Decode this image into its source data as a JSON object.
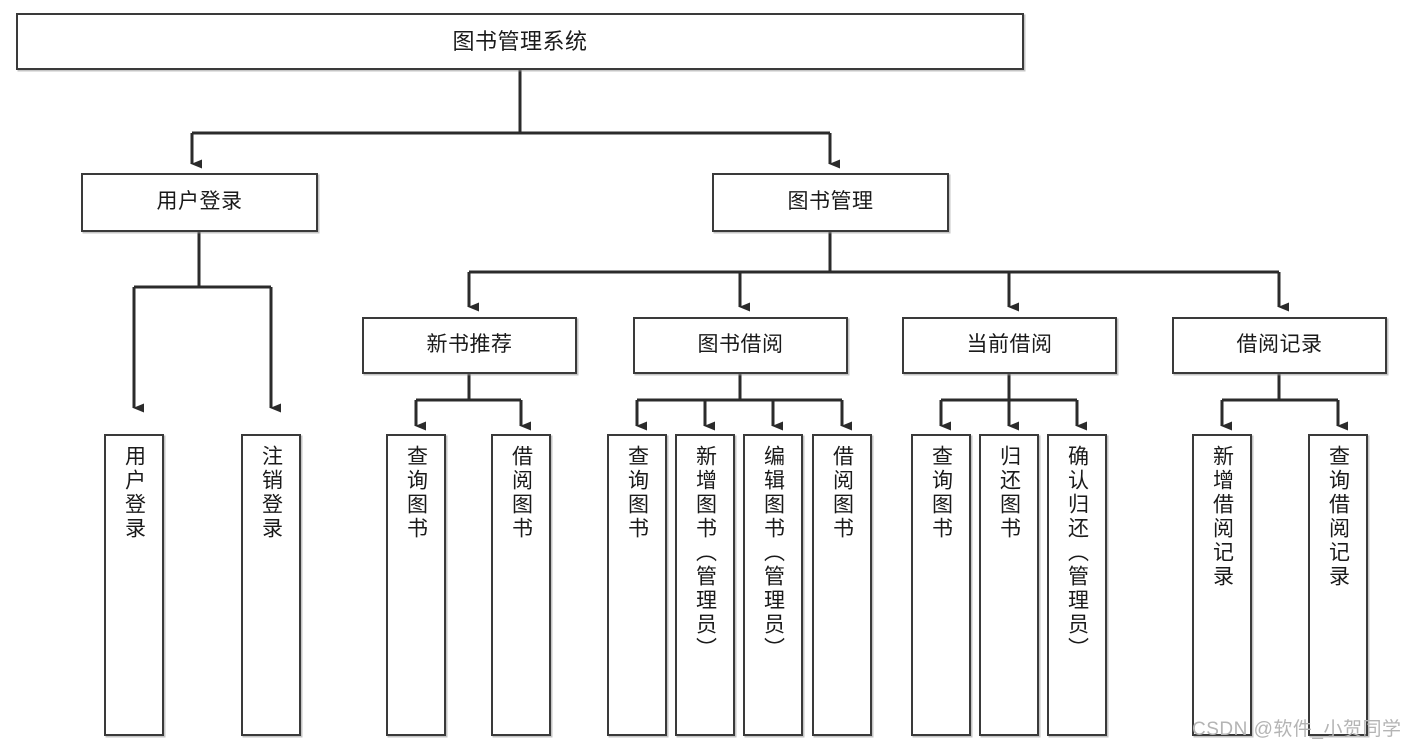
{
  "diagram": {
    "title": "图书管理系统",
    "type": "tree-hierarchy-chart",
    "orientation": "top-down",
    "style": {
      "box_border_color": "#3a3a3a",
      "box_fill_color": "#ffffff",
      "edge_color": "#2b2b2b",
      "background_color": "#ffffff",
      "watermark_color": "#b4b4b4"
    },
    "watermark": "CSDN @软件_小贺同学",
    "nodes": {
      "root": {
        "label": "图书管理系统"
      },
      "level1": [
        {
          "label": "用户登录"
        },
        {
          "label": "图书管理"
        }
      ],
      "level2": [
        {
          "label": "新书推荐"
        },
        {
          "label": "图书借阅"
        },
        {
          "label": "当前借阅"
        },
        {
          "label": "借阅记录"
        }
      ],
      "leaves_user_login": [
        {
          "label": "用户登录"
        },
        {
          "label": "注销登录"
        }
      ],
      "leaves_new_book": [
        {
          "label": "查询图书"
        },
        {
          "label": "借阅图书"
        }
      ],
      "leaves_borrow": [
        {
          "label": "查询图书"
        },
        {
          "label": "新增图书（管理员）"
        },
        {
          "label": "编辑图书（管理员）"
        },
        {
          "label": "借阅图书"
        }
      ],
      "leaves_current": [
        {
          "label": "查询图书"
        },
        {
          "label": "归还图书"
        },
        {
          "label": "确认归还（管理员）"
        }
      ],
      "leaves_records": [
        {
          "label": "新增借阅记录"
        },
        {
          "label": "查询借阅记录"
        }
      ]
    }
  }
}
